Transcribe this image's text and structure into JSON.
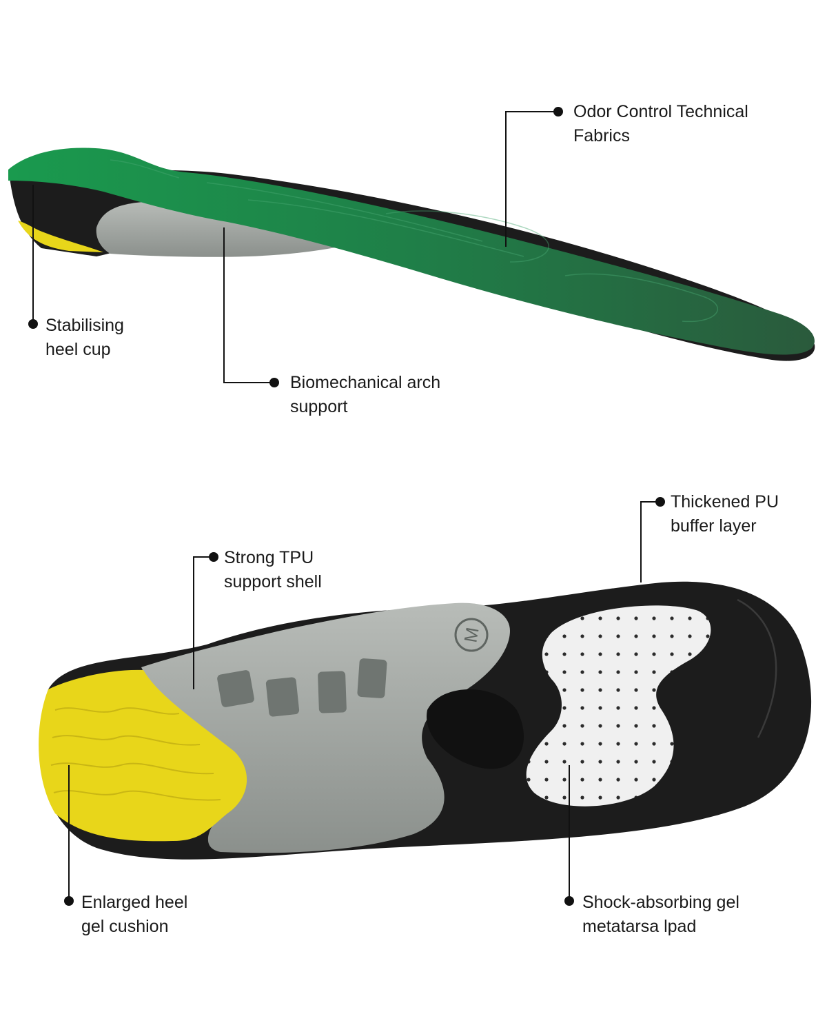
{
  "colors": {
    "insole_green": "#1f7f48",
    "insole_green_dark": "#135c33",
    "base_black": "#1c1c1c",
    "shell_gray": "#8d938f",
    "gel_yellow": "#e8d61a",
    "pad_white": "#f2f2f2",
    "line_color": "#111111"
  },
  "callouts": {
    "odor_control": {
      "line1": "Odor Control Technical",
      "line2": "Fabrics"
    },
    "heel_cup": {
      "line1": "Stabilising",
      "line2": "heel cup"
    },
    "arch_support": {
      "line1": "Biomechanical arch",
      "line2": "support"
    },
    "pu_buffer": {
      "line1": "Thickened PU",
      "line2": "buffer layer"
    },
    "tpu_shell": {
      "line1": "Strong TPU",
      "line2": "support shell"
    },
    "heel_gel": {
      "line1": "Enlarged heel",
      "line2": "gel cushion"
    },
    "metatarsal_pad": {
      "line1": "Shock-absorbing gel",
      "line2": "metatarsa lpad"
    }
  },
  "size_mark": "M"
}
